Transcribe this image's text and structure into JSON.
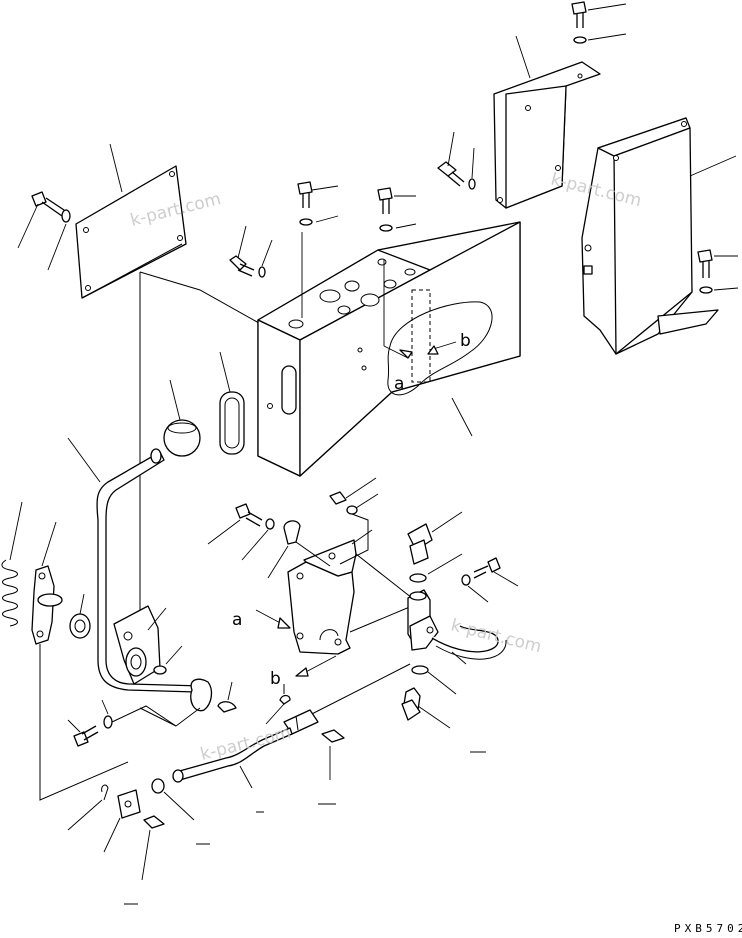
{
  "figure": {
    "callouts": {
      "a_upper": "a",
      "b_upper": "b",
      "a_lower": "a",
      "b_lower": "b"
    },
    "watermark": "k-part.com",
    "drawing_code": "PXB5702"
  }
}
